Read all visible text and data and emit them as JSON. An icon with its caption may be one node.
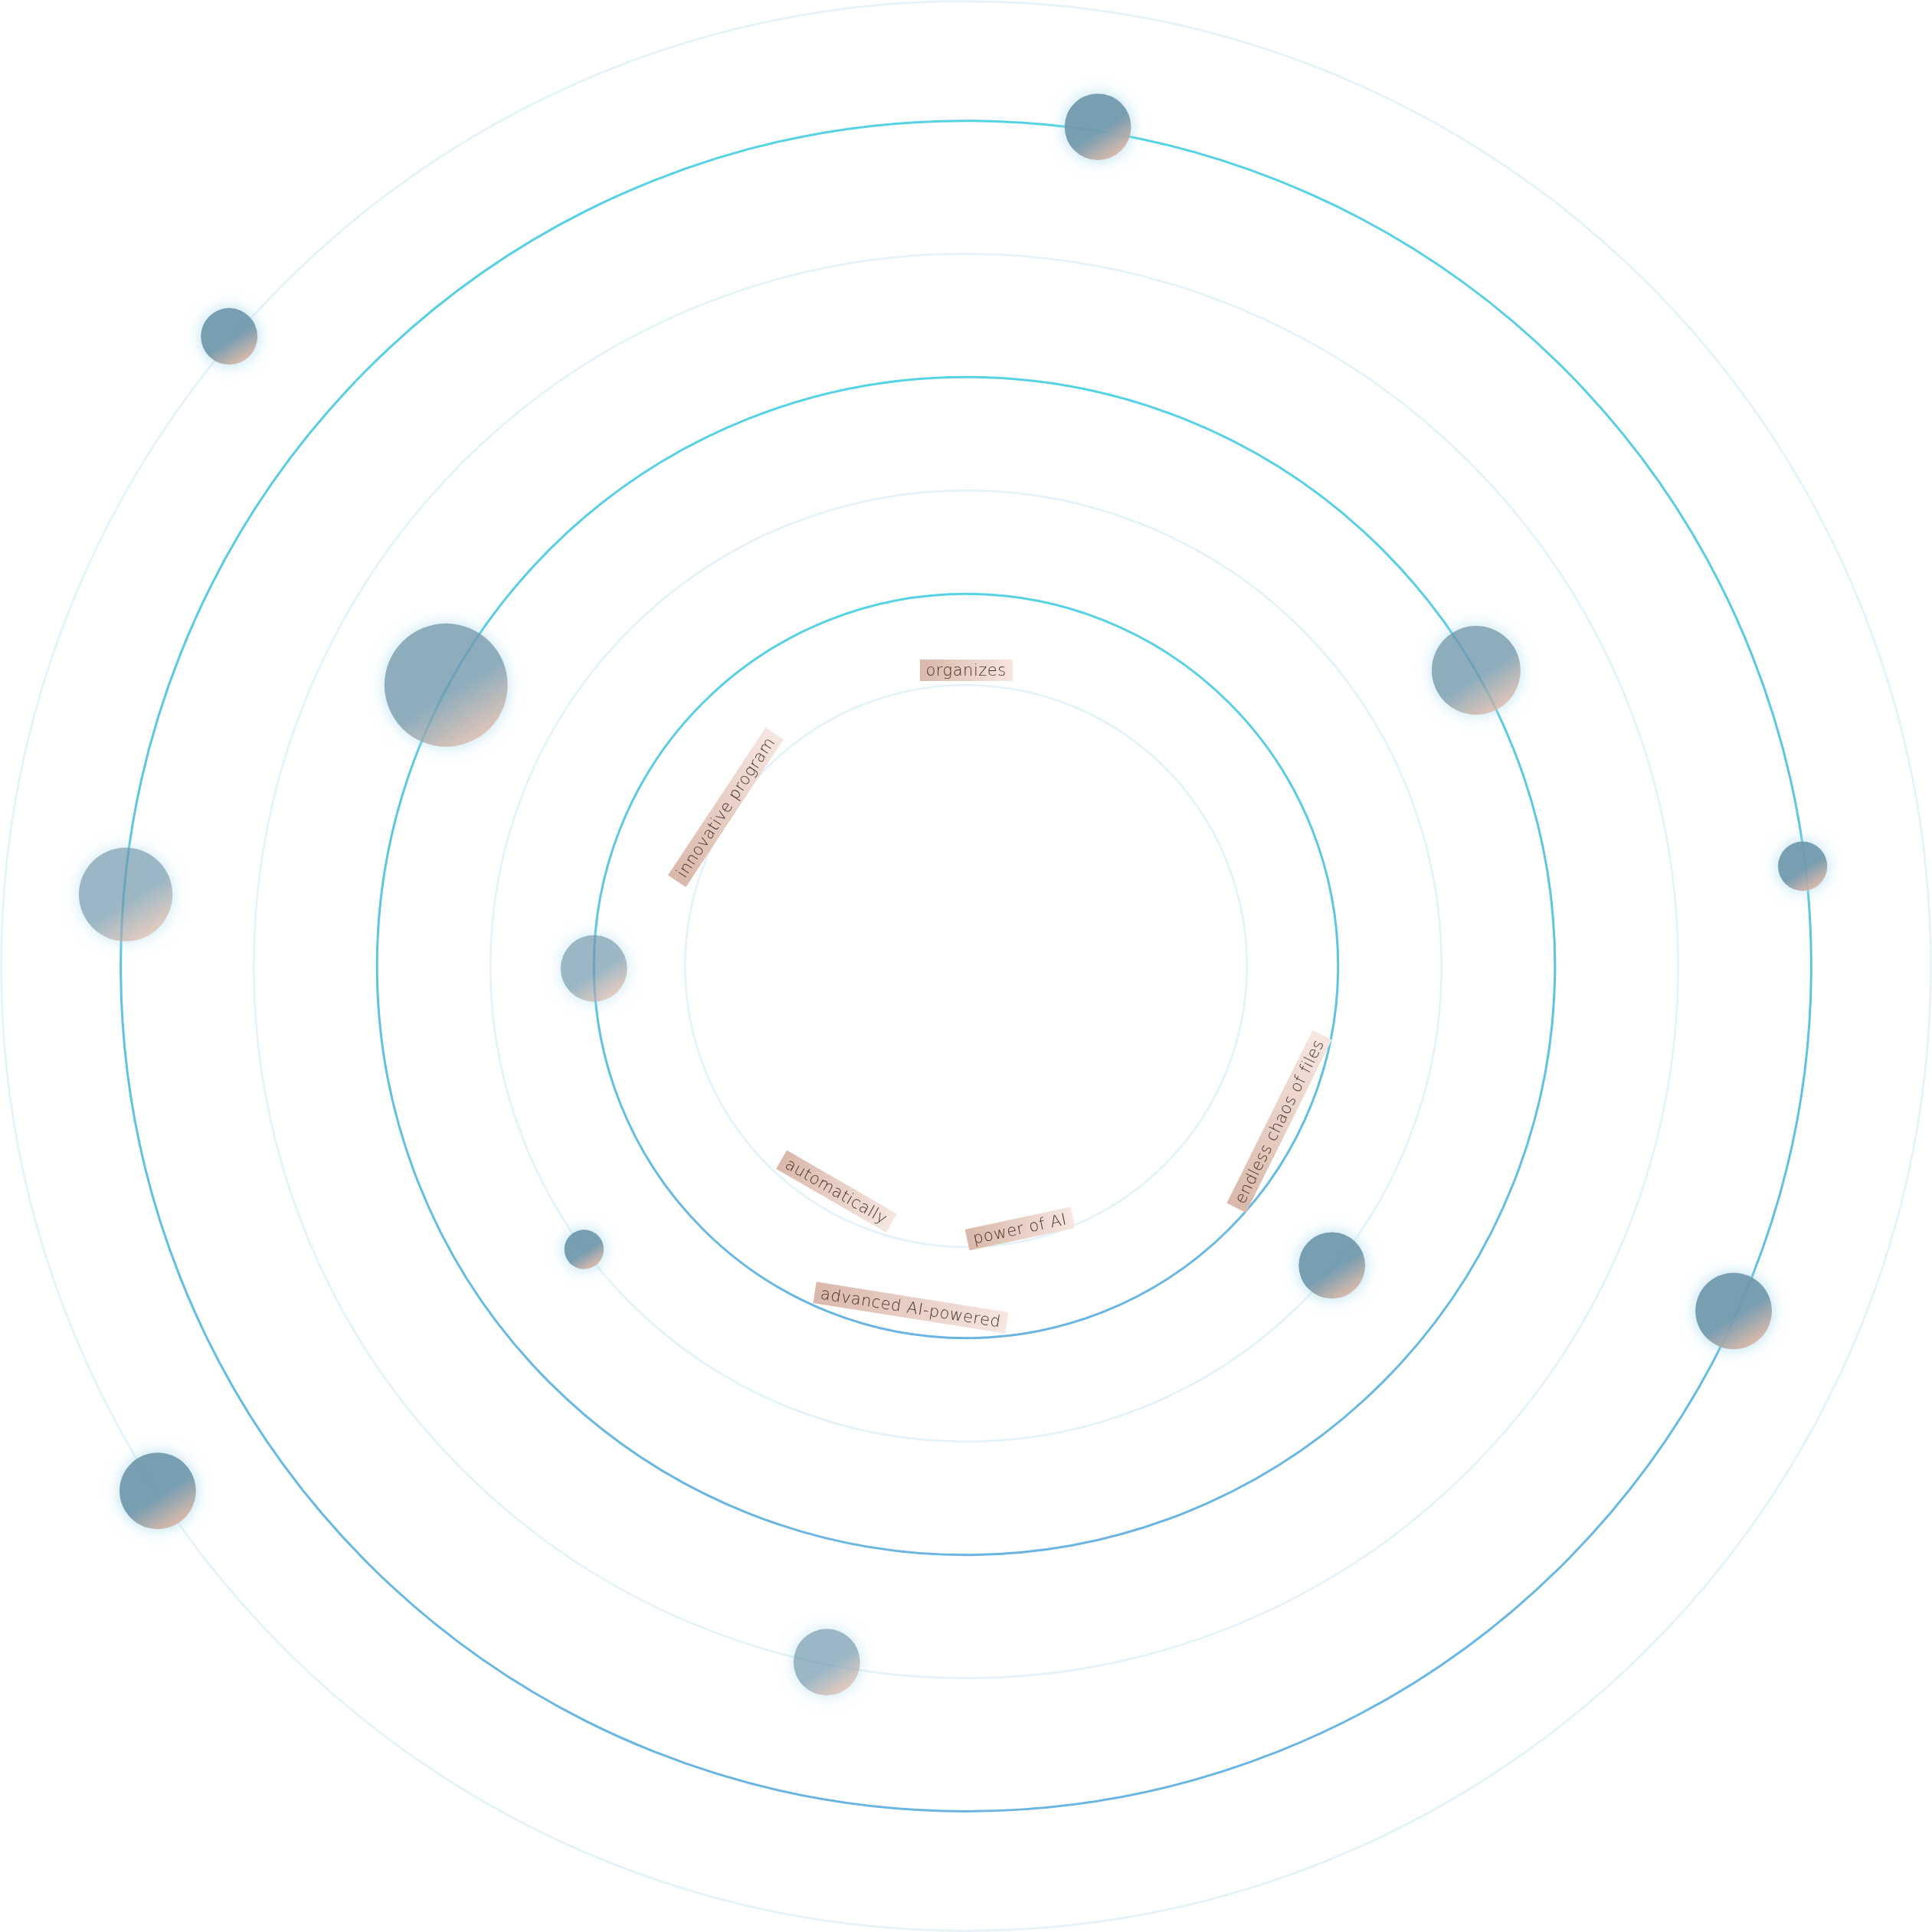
{
  "diagram": {
    "labels": [
      "organizes",
      "innovative program",
      "endless chaos of files",
      "automatically",
      "power of AI",
      "advanced AI-powered"
    ]
  }
}
